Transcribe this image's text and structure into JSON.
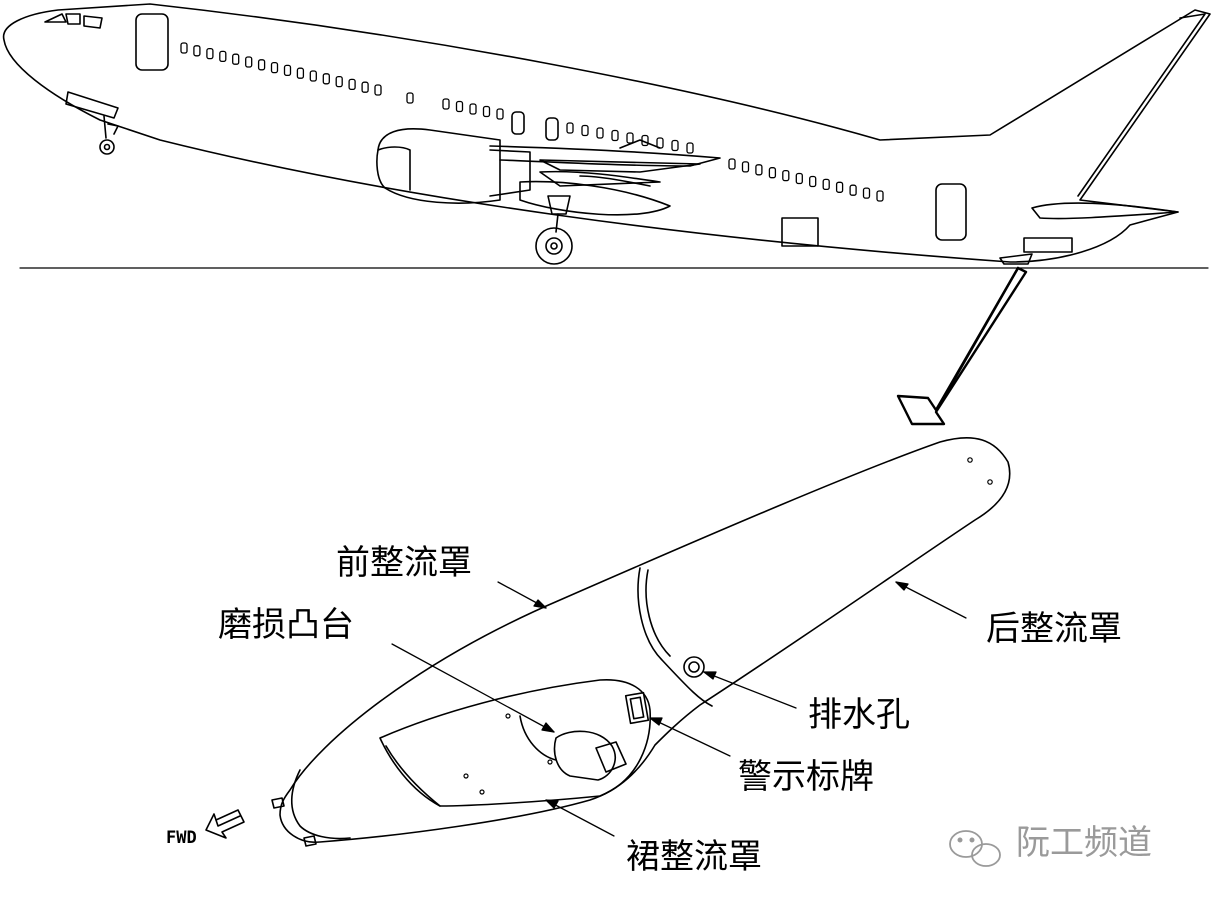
{
  "labels": {
    "forward_fairing": "前整流罩",
    "wear_boss": "磨损凸台",
    "aft_fairing": "后整流罩",
    "drain_hole": "排水孔",
    "warning_placard": "警示标牌",
    "skirt_fairing": "裙整流罩",
    "fwd_indicator": "FWD"
  },
  "watermark": {
    "text": "阮工频道",
    "icon": "wechat-icon"
  }
}
